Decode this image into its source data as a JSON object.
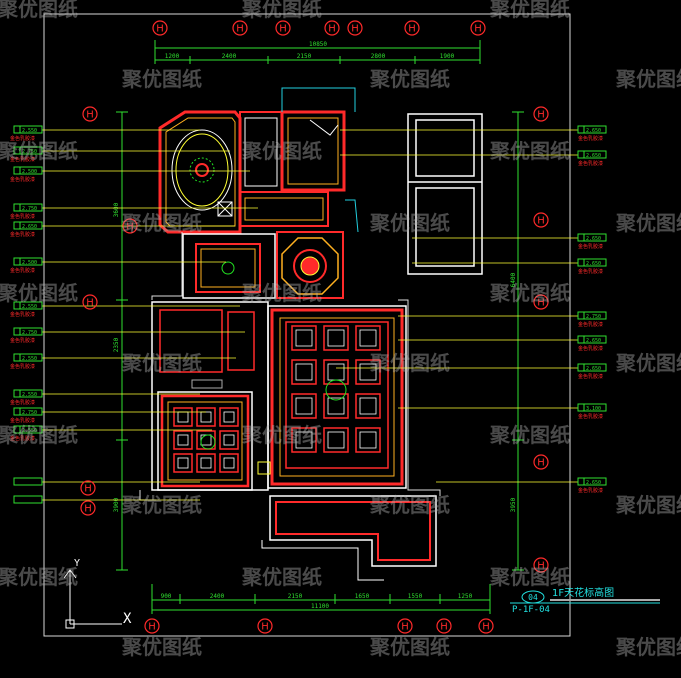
{
  "title": "1F天花标高图",
  "sheet_number": "04",
  "sheet_code": "P-1F-04",
  "watermark": "聚优图纸",
  "top_dimensions": {
    "total": "10850",
    "segments": [
      "1200",
      "2400",
      "2150",
      "2800",
      "1900"
    ]
  },
  "bottom_dimensions": {
    "total": "11100",
    "segments": [
      "900",
      "2400",
      "2150",
      "1650",
      "1550",
      "1250"
    ]
  },
  "left_dimensions": [
    "3600",
    "2350",
    "3900"
  ],
  "right_dimensions": [
    "6400",
    "3950"
  ],
  "left_labels": [
    {
      "elevation": "2.550",
      "note": "金色乳胶漆"
    },
    {
      "elevation": "2.750",
      "note": "金色乳胶漆"
    },
    {
      "elevation": "2.500",
      "note": "金色乳胶漆"
    },
    {
      "elevation": "2.750",
      "note": "金色乳胶漆"
    },
    {
      "elevation": "2.650",
      "note": "金色乳胶漆"
    },
    {
      "elevation": "2.500",
      "note": "金色乳胶漆"
    },
    {
      "elevation": "2.550",
      "note": "金色乳胶漆"
    },
    {
      "elevation": "2.750",
      "note": "金色乳胶漆"
    },
    {
      "elevation": "2.550",
      "note": "金色乳胶漆"
    },
    {
      "elevation": "2.550",
      "note": "金色乳胶漆"
    },
    {
      "elevation": "2.750",
      "note": "金色乳胶漆"
    },
    {
      "elevation": "2.550",
      "note": "金色乳胶漆"
    }
  ],
  "right_labels": [
    {
      "elevation": "2.650",
      "note": "金色乳胶漆"
    },
    {
      "elevation": "2.650",
      "note": "金色乳胶漆"
    },
    {
      "elevation": "2.650",
      "note": "金色乳胶漆"
    },
    {
      "elevation": "2.650",
      "note": "金色乳胶漆"
    },
    {
      "elevation": "2.750",
      "note": "金色乳胶漆"
    },
    {
      "elevation": "2.650",
      "note": "金色乳胶漆"
    },
    {
      "elevation": "2.650",
      "note": "金色乳胶漆"
    },
    {
      "elevation": "3.100",
      "note": "金色乳胶漆"
    },
    {
      "elevation": "2.650",
      "note": "金色乳胶漆"
    }
  ],
  "axis_bubbles": {
    "letter": "H",
    "count": 22
  },
  "colors": {
    "wall": "#ff2a2a",
    "wall_inner": "#ffb020",
    "ceiling_edge": "#ffffff",
    "dimension": "#2fe02f",
    "leader": "#ffff33",
    "cyan": "#22d0e0",
    "watermark": "#b0b0b0",
    "frame": "#d8d8d8"
  },
  "ucs_axis": {
    "y": "Y",
    "x": "X"
  }
}
